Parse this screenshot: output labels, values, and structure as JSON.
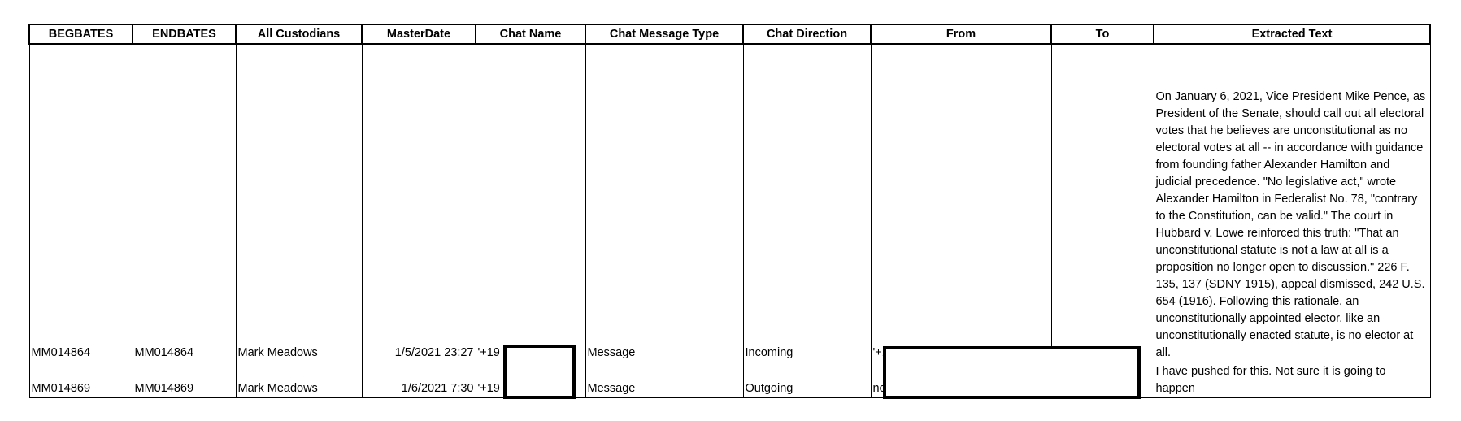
{
  "table": {
    "headers": [
      "BEGBATES",
      "ENDBATES",
      "All Custodians",
      "MasterDate",
      "Chat Name",
      "Chat Message Type",
      "Chat Direction",
      "From",
      "To",
      "Extracted Text"
    ],
    "rows": [
      {
        "begbates": "MM014864",
        "endbates": "MM014864",
        "custodian": "Mark Meadows",
        "masterdate": "1/5/2021 23:27",
        "chat_name": "'+19",
        "message_type": "Message",
        "direction": "Incoming",
        "from": "'+1",
        "to": "",
        "extracted_text": "On January 6, 2021, Vice President Mike Pence, as President of the Senate, should call out all electoral votes that he believes are unconstitutional as no electoral votes at all -- in accordance with guidance from founding father Alexander Hamilton and judicial precedence. \"No legislative act,\" wrote Alexander Hamilton in Federalist No. 78, \"contrary to the Constitution, can be valid.\" The court in Hubbard v. Lowe reinforced this truth: \"That an unconstitutional statute is not a law at all is a proposition no longer open to discussion.\" 226 F. 135, 137 (SDNY 1915), appeal dismissed, 242 U.S. 654 (1916).  Following this rationale, an unconstitutionally appointed elector, like an unconstitutionally enacted statute, is no elector at all."
      },
      {
        "begbates": "MM014869",
        "endbates": "MM014869",
        "custodian": "Mark Meadows",
        "masterdate": "1/6/2021 7:30",
        "chat_name": "'+19",
        "message_type": "Message",
        "direction": "Outgoing",
        "from": "nc",
        "to": "",
        "extracted_text": "I have pushed for this. Not sure it is going to happen"
      }
    ]
  }
}
